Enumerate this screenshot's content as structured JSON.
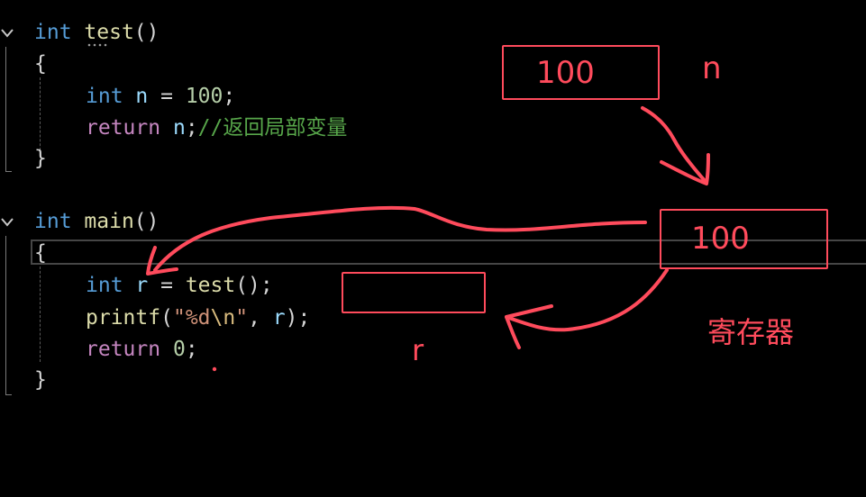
{
  "code": {
    "test_fn": {
      "kw_int": "int",
      "name": "test",
      "parens": "()",
      "open_brace": "{",
      "decl_type": "int",
      "decl_var": "n",
      "decl_eq": " = ",
      "decl_value": "100",
      "semicolon": ";",
      "return_kw": "return",
      "return_var": "n",
      "return_semi": ";",
      "comment": "//返回局部变量",
      "close_brace": "}"
    },
    "main_fn": {
      "kw_int": "int",
      "name": "main",
      "parens": "()",
      "open_brace": "{",
      "decl_type": "int",
      "decl_var": "r",
      "decl_eq": " = ",
      "call_name": "test",
      "call_tail": "();",
      "printf_name": "printf",
      "printf_open": "(",
      "fmt_open": "\"",
      "fmt_spec": "%d",
      "fmt_escape": "\\n",
      "fmt_close": "\"",
      "printf_comma": ", ",
      "printf_arg": "r",
      "printf_close": ");",
      "return_kw": "return",
      "return_value": "0",
      "return_semi": ";",
      "close_brace": "}"
    }
  },
  "annotations": {
    "box_n_value": "100",
    "label_n": "n",
    "box_register_value": "100",
    "label_register": "寄存器",
    "label_r": "r"
  },
  "colors": {
    "background": "#000000",
    "keyword": "#569cd6",
    "control_keyword": "#c586c0",
    "function": "#dcdcaa",
    "variable": "#9cdcfe",
    "number": "#b5cea8",
    "string": "#ce9178",
    "comment": "#57a64a",
    "annotation": "#ff4b5c"
  }
}
